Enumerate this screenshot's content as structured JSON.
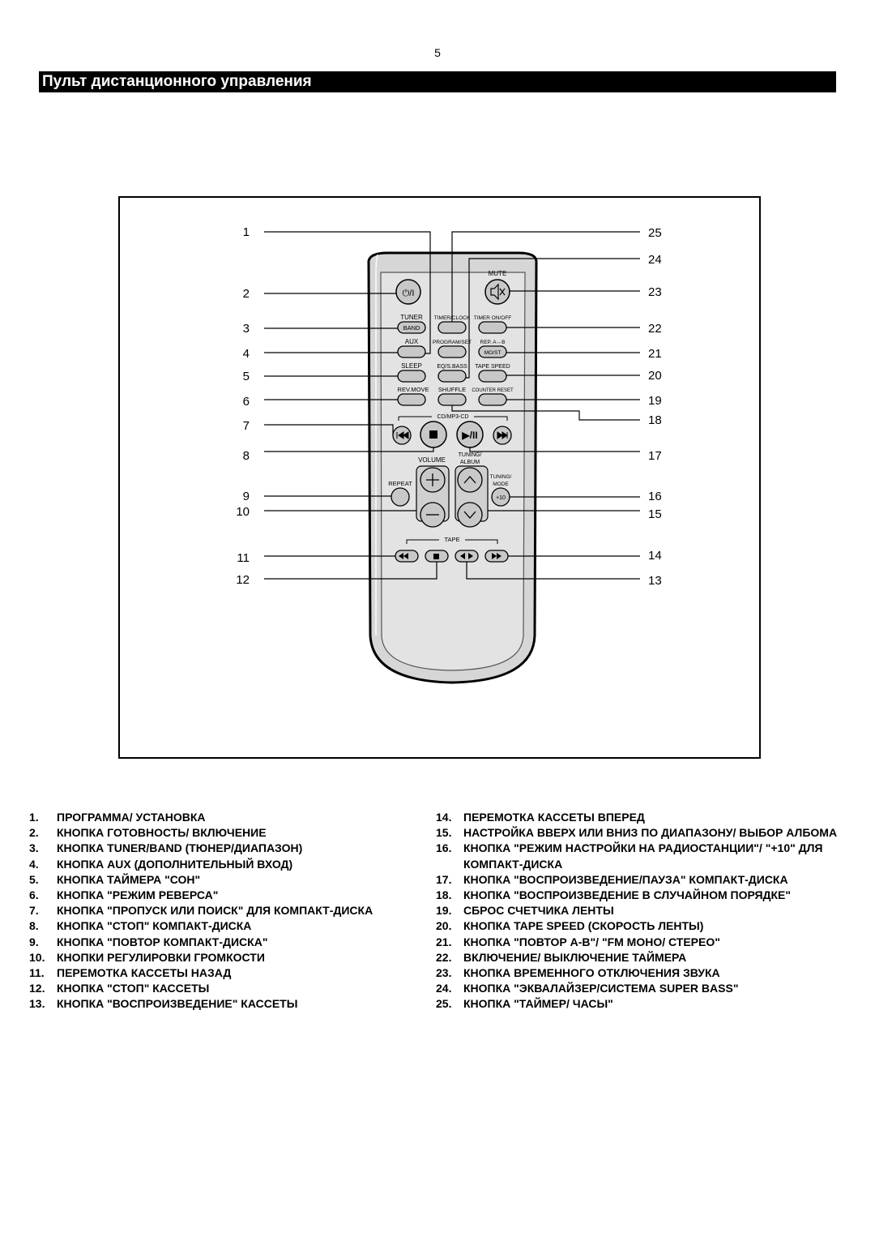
{
  "page_number": "5",
  "title": "Пульт дистанционного управления",
  "remote": {
    "mute_label": "MUTE",
    "tuner_label": "TUNER",
    "band_label": "BAND",
    "timer_clock_label": "TIMER/CLOCK",
    "timer_onoff_label": "TIMER ON/OFF",
    "aux_label": "AUX",
    "program_set_label": "PROGRAM/SET",
    "rep_ab_label": "REP. A↔B",
    "mo_st_label": "MO/ST",
    "sleep_label": "SLEEP",
    "eq_sbass_label": "EQ/S.BASS",
    "tape_speed_label": "TAPE SPEED",
    "rev_move_label": "REV.MOVE",
    "shuffle_label": "SHUFFLE",
    "counter_reset_label": "COUNTER RESET",
    "cd_mp3_label": "CD/MP3-CD",
    "volume_label": "VOLUME",
    "tuning_album_label_1": "TUNING/",
    "tuning_album_label_2": "ALBUM",
    "repeat_label": "REPEAT",
    "tuning_mode_label_1": "TUNING/",
    "tuning_mode_label_2": "MODE",
    "plus10_label": "+10",
    "tape_label": "TAPE",
    "power_symbol": "⏻/I",
    "play_pause_symbol": "▶/II"
  },
  "callouts_left": [
    "1",
    "2",
    "3",
    "4",
    "5",
    "6",
    "7",
    "8",
    "9",
    "10",
    "11",
    "12"
  ],
  "callouts_right": [
    "25",
    "24",
    "23",
    "22",
    "21",
    "20",
    "19",
    "18",
    "17",
    "16",
    "15",
    "14",
    "13"
  ],
  "legend_left": [
    {
      "num": "1.",
      "text": "ПРОГРАММА/ УСТАНОВКА"
    },
    {
      "num": "2.",
      "text": "КНОПКА ГОТОВНОСТЬ/ ВКЛЮЧЕНИЕ"
    },
    {
      "num": "3.",
      "text": "КНОПКА TUNER/BAND (ТЮНЕР/ДИАПАЗОН)"
    },
    {
      "num": "4.",
      "text": "КНОПКА AUX (ДОПОЛНИТЕЛЬНЫЙ ВХОД)"
    },
    {
      "num": "5.",
      "text": "КНОПКА ТАЙМЕРА \"СОН\""
    },
    {
      "num": "6.",
      "text": "КНОПКА \"РЕЖИМ РЕВЕРСА\""
    },
    {
      "num": "7.",
      "text": "КНОПКА \"ПРОПУСК ИЛИ ПОИСК\" ДЛЯ КОМПАКТ-ДИСКА"
    },
    {
      "num": "8.",
      "text": "КНОПКА \"СТОП\" КОМПАКТ-ДИСКА"
    },
    {
      "num": "9.",
      "text": "КНОПКА \"ПОВТОР КОМПАКТ-ДИСКА\""
    },
    {
      "num": "10.",
      "text": "КНОПКИ РЕГУЛИРОВКИ ГРОМКОСТИ"
    },
    {
      "num": "11.",
      "text": "ПЕРЕМОТКА КАССЕТЫ НАЗАД"
    },
    {
      "num": "12.",
      "text": "КНОПКА \"СТОП\" КАССЕТЫ"
    },
    {
      "num": "13.",
      "text": "КНОПКА \"ВОСПРОИЗВЕДЕНИЕ\" КАССЕТЫ"
    }
  ],
  "legend_right": [
    {
      "num": "14.",
      "text": "ПЕРЕМОТКА КАССЕТЫ ВПЕРЕД"
    },
    {
      "num": "15.",
      "text": "НАСТРОЙКА ВВЕРХ ИЛИ ВНИЗ ПО ДИАПАЗОНУ/ ВЫБОР АЛБОМА"
    },
    {
      "num": "16.",
      "text": "КНОПКА \"РЕЖИМ НАСТРОЙКИ НА РАДИОСТАНЦИИ\"/ \"+10\" ДЛЯ КОМПАКТ-ДИСКА"
    },
    {
      "num": "17.",
      "text": "КНОПКА \"ВОСПРОИЗВЕДЕНИЕ/ПАУЗА\" КОМПАКТ-ДИСКА"
    },
    {
      "num": "18.",
      "text": "КНОПКА \"ВОСПРОИЗВЕДЕНИЕ В СЛУЧАЙНОМ ПОРЯДКЕ\""
    },
    {
      "num": "19.",
      "text": "СБРОС СЧЕТЧИКА ЛЕНТЫ"
    },
    {
      "num": "20.",
      "text": "КНОПКА TAPE SPEED (СКОРОСТЬ ЛЕНТЫ)"
    },
    {
      "num": "21.",
      "text": "КНОПКА \"ПОВТОР A-B\"/ \"FM МОНО/ СТЕРЕО\""
    },
    {
      "num": "22.",
      "text": "ВКЛЮЧЕНИЕ/ ВЫКЛЮЧЕНИЕ ТАЙМЕРА"
    },
    {
      "num": "23.",
      "text": "КНОПКА ВРЕМЕННОГО ОТКЛЮЧЕНИЯ ЗВУКА"
    },
    {
      "num": "24.",
      "text": "КНОПКА \"ЭКВАЛАЙЗЕР/СИСТЕМА SUPER BASS\""
    },
    {
      "num": "25.",
      "text": "КНОПКА \"ТАЙМЕР/ ЧАСЫ\""
    }
  ]
}
